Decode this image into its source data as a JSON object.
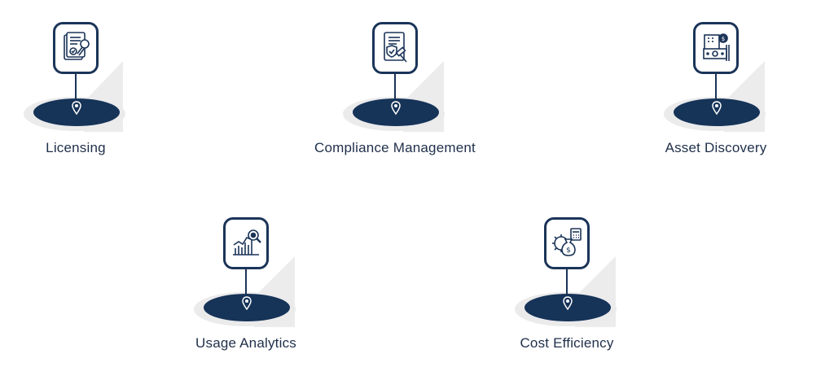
{
  "features": [
    {
      "label": "Licensing",
      "icon": "license-document-icon"
    },
    {
      "label": "Compliance Management",
      "icon": "compliance-shield-gavel-icon"
    },
    {
      "label": "Asset Discovery",
      "icon": "asset-building-money-icon"
    },
    {
      "label": "Usage Analytics",
      "icon": "analytics-chart-magnifier-icon"
    },
    {
      "label": "Cost Efficiency",
      "icon": "cost-gear-moneybag-calculator-icon"
    }
  ],
  "colors": {
    "navy": "#163358",
    "outline": "#1b3458",
    "shadow": "#ebebec",
    "text": "#1f2f4a"
  }
}
